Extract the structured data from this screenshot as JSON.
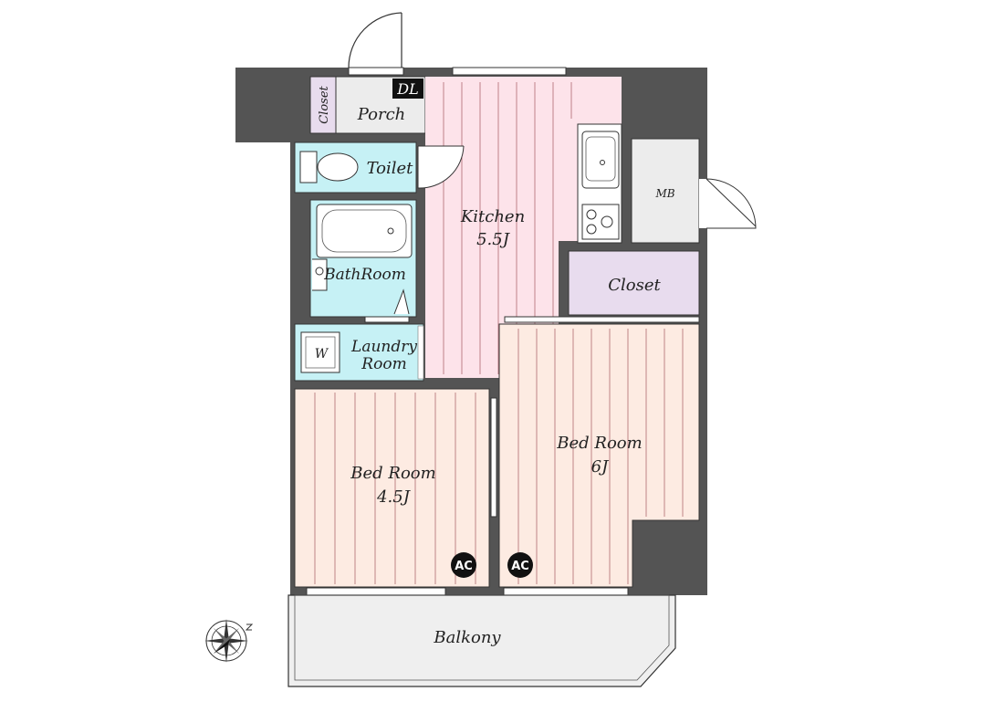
{
  "rooms": {
    "closet_small": "Closet",
    "porch": "Porch",
    "dl": "DL",
    "toilet": "Toilet",
    "kitchen": "Kitchen",
    "kitchen_size": "5.5J",
    "bathroom": "BathRoom",
    "laundry_line1": "Laundry",
    "laundry_line2": "Room",
    "washer": "W",
    "mb": "MB",
    "closet": "Closet",
    "bed1": "Bed Room",
    "bed1_size": "4.5J",
    "bed2": "Bed Room",
    "bed2_size": "6J",
    "ac1": "AC",
    "ac2": "AC",
    "balcony": "Balkony"
  },
  "colors": {
    "wall": "#545454",
    "kitchen_floor": "#fde3ea",
    "bedroom_floor": "#fdebe2",
    "wet_area": "#c6f1f5",
    "closet": "#e8dcee",
    "porch": "#ececec",
    "balcony": "#efefef",
    "stripe": "#b06a70"
  }
}
